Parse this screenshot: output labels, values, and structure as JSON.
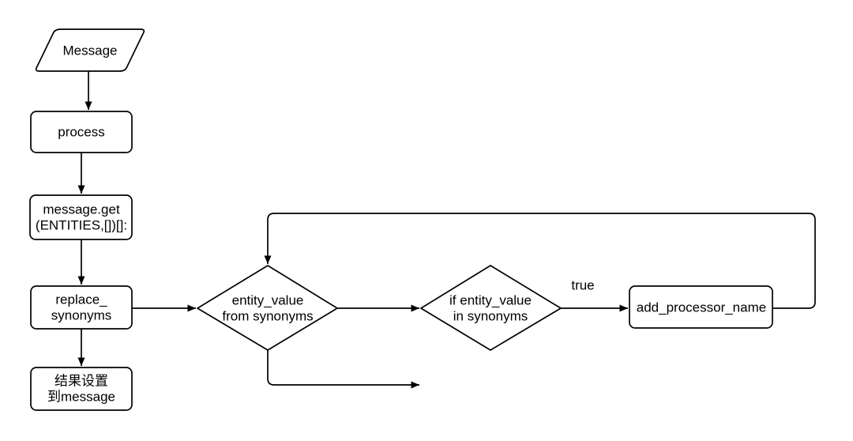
{
  "page": {
    "background_color": "#ffffff"
  },
  "diagram": {
    "stroke_color": "#000000",
    "fill_color": "#ffffff",
    "text_color": "#000000",
    "nodes": {
      "message": {
        "type": "parallelogram",
        "label": "Message"
      },
      "process": {
        "type": "rounded-rect",
        "label": "process"
      },
      "message_get": {
        "type": "rounded-rect",
        "line1": "message.get",
        "line2": "(ENTITIES,[])[]:"
      },
      "replace_synonyms": {
        "type": "rounded-rect",
        "line1": "replace_",
        "line2": "synonyms"
      },
      "result_to_message": {
        "type": "rounded-rect",
        "line1": "结果设置",
        "line2": "到message"
      },
      "entity_value_from_synonyms": {
        "type": "diamond",
        "line1": "entity_value",
        "line2": "from synonyms"
      },
      "if_entity_value_in_synonyms": {
        "type": "diamond",
        "line1": "if entity_value",
        "line2": "in synonyms"
      },
      "add_processor_name": {
        "type": "rounded-rect",
        "label": "add_processor_name"
      }
    },
    "edge_labels": {
      "true_branch": "true"
    }
  }
}
